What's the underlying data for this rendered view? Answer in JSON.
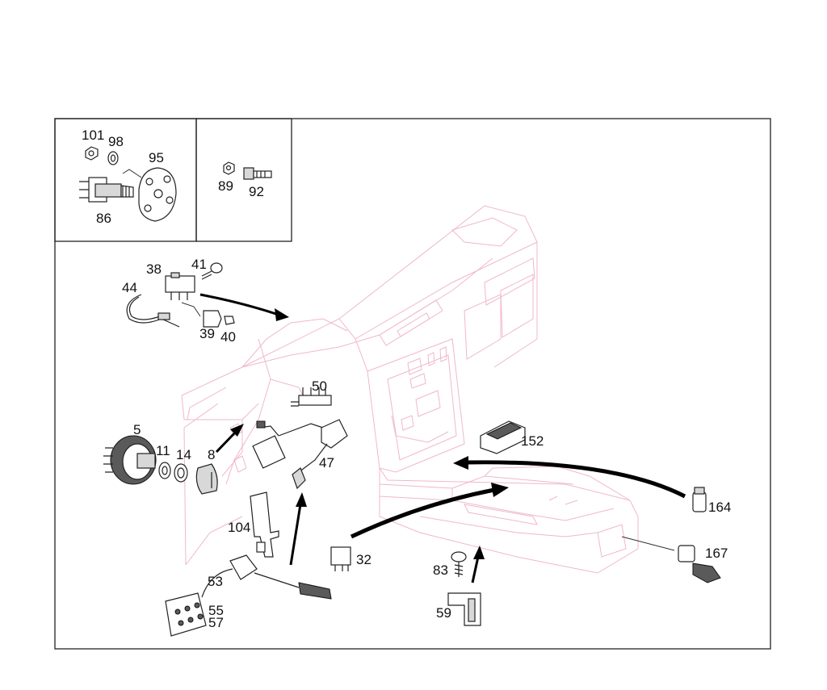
{
  "labels": {
    "l101": "101",
    "l98": "98",
    "l95": "95",
    "l86": "86",
    "l89": "89",
    "l92": "92",
    "l38": "38",
    "l41": "41",
    "l44": "44",
    "l39": "39",
    "l40": "40",
    "l50": "50",
    "l5": "5",
    "l11": "11",
    "l14": "14",
    "l8": "8",
    "l47": "47",
    "l152": "152",
    "l164": "164",
    "l104": "104",
    "l32": "32",
    "l53": "53",
    "l55": "55",
    "l57": "57",
    "l83": "83",
    "l59": "59",
    "l167": "167"
  },
  "colors": {
    "dashboard_outline": "#f0b8c8",
    "frame": "#222222",
    "arrows": "#000000"
  }
}
